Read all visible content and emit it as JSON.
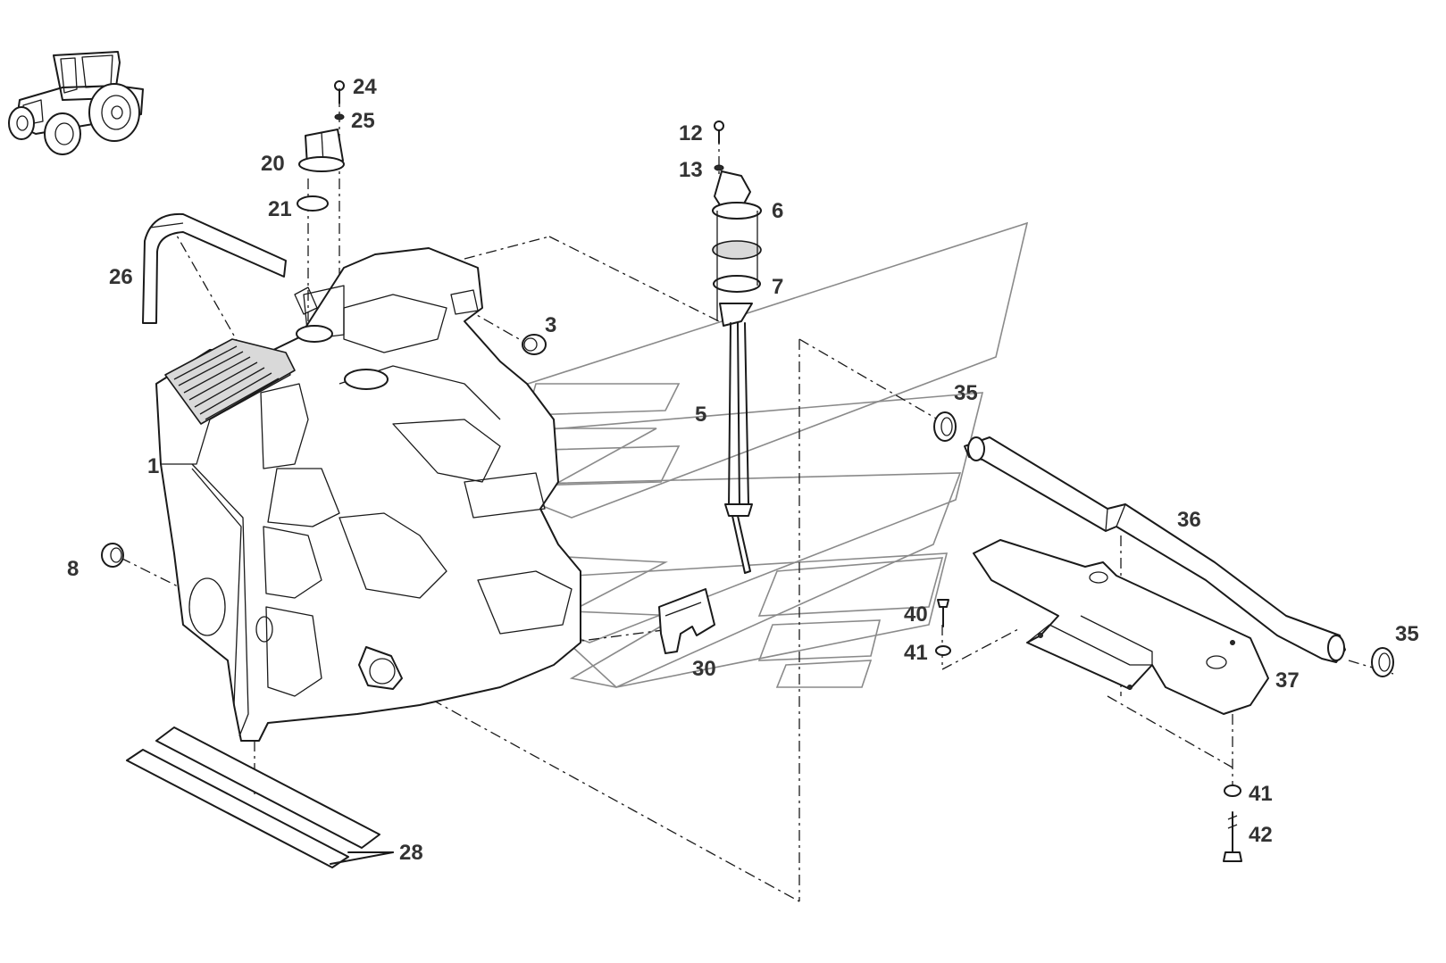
{
  "callouts": {
    "c1": "1",
    "c3": "3",
    "c5": "5",
    "c6": "6",
    "c7": "7",
    "c8": "8",
    "c12": "12",
    "c13": "13",
    "c20": "20",
    "c21": "21",
    "c24": "24",
    "c25": "25",
    "c26": "26",
    "c28": "28",
    "c30": "30",
    "c35a": "35",
    "c35b": "35",
    "c36": "36",
    "c37": "37",
    "c40": "40",
    "c41a": "41",
    "c41b": "41",
    "c42": "42"
  },
  "icons": {
    "vehicle": "tractor-icon"
  }
}
